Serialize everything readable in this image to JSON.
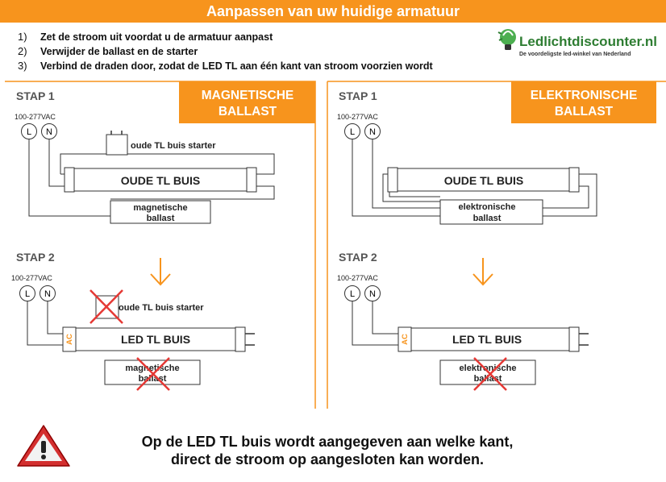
{
  "header": {
    "title": "Aanpassen van uw huidige armatuur",
    "colors": {
      "accent": "#f7941d",
      "text": "#ffffff"
    }
  },
  "logo": {
    "brand": "Ledlichtdiscounter.nl",
    "tagline": "De voordeligste led-winkel van Nederland",
    "brand_color": "#2e7d32",
    "icon": "lightbulb-icon"
  },
  "steps": [
    {
      "number": "1)",
      "text": "Zet de stroom uit voordat u de armatuur aanpast"
    },
    {
      "number": "2)",
      "text": "Verwijder de ballast en de starter"
    },
    {
      "number": "3)",
      "text": "Verbind de draden door, zodat de LED TL aan één kant van stroom voorzien wordt"
    }
  ],
  "panels": {
    "magnetic": {
      "title_line1": "MAGNETISCHE",
      "title_line2": "BALLAST",
      "stap1": "STAP 1",
      "stap2": "STAP 2",
      "voltage": "100-277VAC",
      "terminal_l": "L",
      "terminal_n": "N",
      "starter_label": "oude TL buis starter",
      "old_tube": "OUDE TL BUIS",
      "ballast_line1": "magnetische",
      "ballast_line2": "ballast",
      "led_tube": "LED TL BUIS",
      "ac_label": "AC"
    },
    "electronic": {
      "title_line1": "ELEKTRONISCHE",
      "title_line2": "BALLAST",
      "stap1": "STAP 1",
      "stap2": "STAP 2",
      "voltage": "100-277VAC",
      "terminal_l": "L",
      "terminal_n": "N",
      "old_tube": "OUDE TL BUIS",
      "ballast_line1": "elektronische",
      "ballast_line2": "ballast",
      "led_tube": "LED TL BUIS",
      "ac_label": "AC"
    }
  },
  "footer": {
    "line1": "Op de LED TL buis wordt aangegeven aan welke kant,",
    "line2": "direct de stroom op aangesloten kan worden.",
    "icon": "warning-icon",
    "warning_color": "#d32f2f"
  }
}
